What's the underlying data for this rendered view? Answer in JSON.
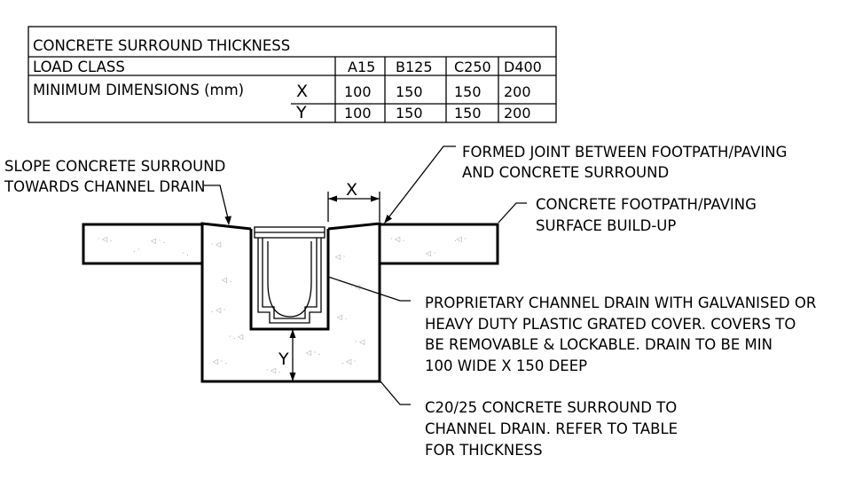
{
  "table": {
    "title": "CONCRETE SURROUND THICKNESS",
    "load_class_label": "LOAD CLASS",
    "classes": [
      "A15",
      "B125",
      "C250",
      "D400"
    ],
    "min_dims_label": "MINIMUM DIMENSIONS (mm)",
    "rows": [
      {
        "dim": "X",
        "values": [
          "100",
          "150",
          "150",
          "200"
        ]
      },
      {
        "dim": "Y",
        "values": [
          "100",
          "150",
          "150",
          "200"
        ]
      }
    ]
  },
  "labels": {
    "slope": [
      "SLOPE CONCRETE SURROUND",
      "TOWARDS CHANNEL DRAIN"
    ],
    "joint": [
      "FORMED JOINT BETWEEN FOOTPATH/PAVING",
      "AND CONCRETE SURROUND"
    ],
    "footpath": [
      "CONCRETE FOOTPATH/PAVING",
      "SURFACE BUILD-UP"
    ],
    "drain": [
      "PROPRIETARY CHANNEL DRAIN WITH GALVANISED OR",
      "HEAVY DUTY PLASTIC GRATED COVER. COVERS TO",
      "BE REMOVABLE & LOCKABLE. DRAIN TO BE MIN",
      "100 WIDE X 150 DEEP"
    ],
    "surround": [
      "C20/25 CONCRETE SURROUND TO",
      "CHANNEL DRAIN. REFER TO TABLE",
      "FOR THICKNESS"
    ],
    "dim_x": "X",
    "dim_y": "Y"
  }
}
